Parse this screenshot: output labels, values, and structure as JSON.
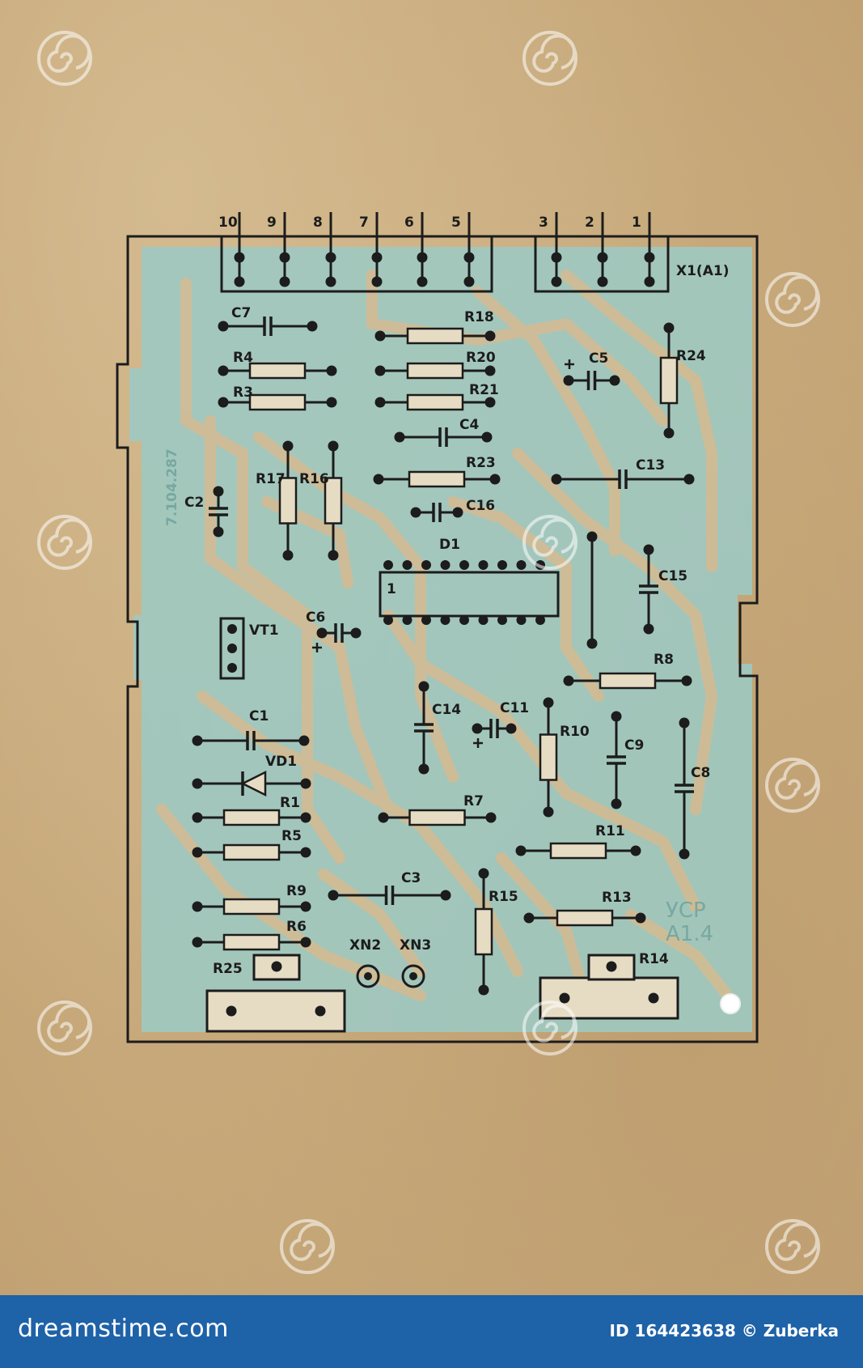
{
  "connector_pins": [
    "10",
    "9",
    "8",
    "7",
    "6",
    "5",
    "3",
    "2",
    "1"
  ],
  "connector_label": "X1(A1)",
  "board_code": "7.104.287",
  "board_mark": [
    "УСР",
    "А1.4"
  ],
  "ic": {
    "ref": "D1",
    "pin1": "1"
  },
  "components": {
    "c7": "C7",
    "r18": "R18",
    "r4": "R4",
    "r20": "R20",
    "r3": "R3",
    "r21": "R21",
    "c5": "C5",
    "r24": "R24",
    "c4": "C4",
    "r23": "R23",
    "c13": "C13",
    "r17": "R17",
    "r16": "R16",
    "c2": "C2",
    "c16": "C16",
    "c15": "C15",
    "c6": "C6",
    "vt1": "VT1",
    "r8": "R8",
    "c1": "C1",
    "c14": "C14",
    "c11": "C11",
    "r10": "R10",
    "c9": "C9",
    "vd1": "VD1",
    "c8": "C8",
    "r1": "R1",
    "r7": "R7",
    "r5": "R5",
    "r11": "R11",
    "r9": "R9",
    "c3": "C3",
    "r15": "R15",
    "r13": "R13",
    "r6": "R6",
    "xn2": "XN2",
    "xn3": "XN3",
    "r25": "R25",
    "r14": "R14"
  },
  "footer": {
    "brand": "dreamstime.com",
    "image_id": "ID 164423638 © Zuberka"
  },
  "colors": {
    "paper": "#c9ad82",
    "board": "#9fc9c2",
    "ink": "#1c1c1c",
    "footer": "#1e62a8"
  }
}
